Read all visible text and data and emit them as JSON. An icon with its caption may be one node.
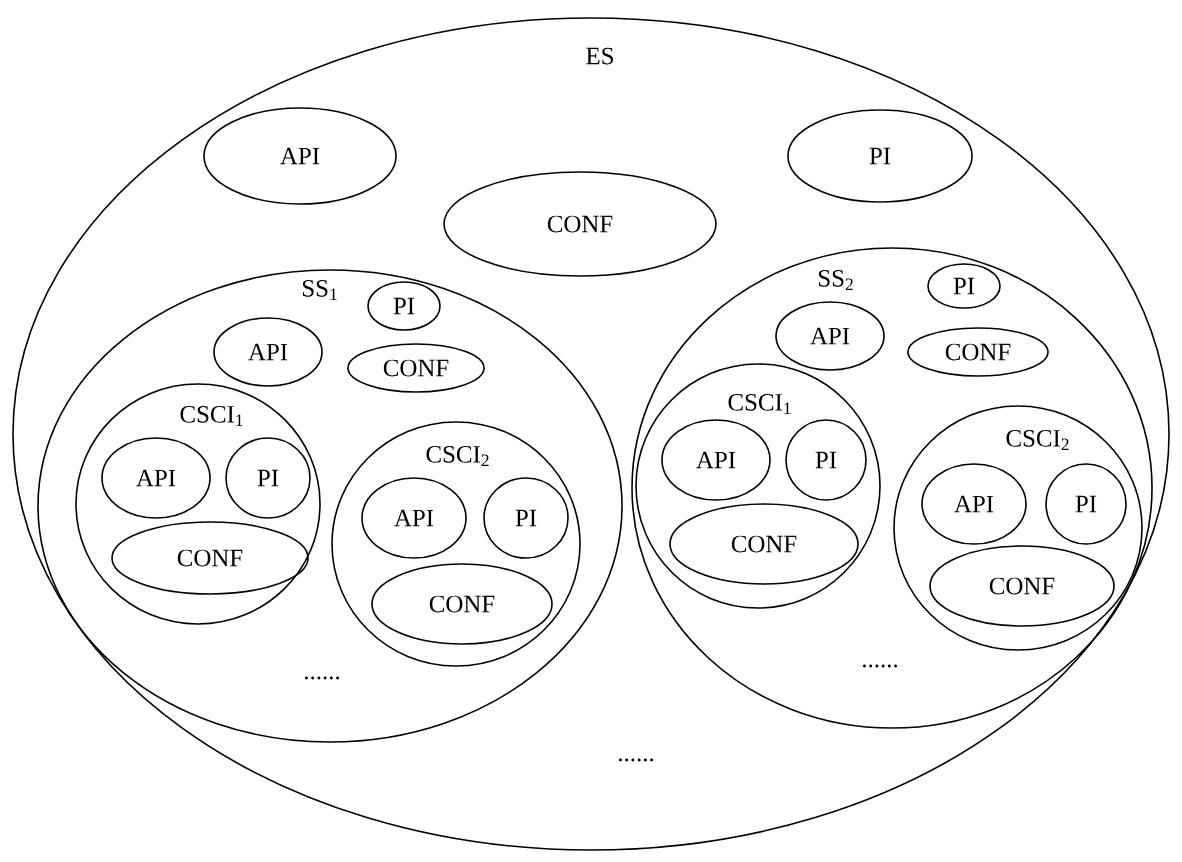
{
  "diagram": {
    "nodes": [
      {
        "text": [
          "ES"
        ]
      },
      {
        "text": [
          "API"
        ],
        "in": 0
      },
      {
        "text": [
          "PI"
        ],
        "in": 0
      },
      {
        "text": [
          "CONF"
        ],
        "in": 0
      },
      {
        "text": [
          "SS$_{1}$"
        ],
        "in": 0
      },
      {
        "text": [
          "API"
        ],
        "in": 4
      },
      {
        "text": [
          "PI"
        ],
        "in": 4
      },
      {
        "text": [
          "CONF"
        ],
        "in": 4
      },
      {
        "text": [
          "CSCI$_{1}$"
        ],
        "in": 4
      },
      {
        "text": [
          "API"
        ],
        "in": 8
      },
      {
        "text": [
          "PI"
        ],
        "in": 8
      },
      {
        "text": [
          "CONF"
        ],
        "in": 8
      },
      {
        "text": [
          "CSCI$_{2}$"
        ],
        "in": 4
      },
      {
        "text": [
          "API"
        ],
        "in": 12
      },
      {
        "text": [
          "PI"
        ],
        "in": 12
      },
      {
        "text": [
          "CONF"
        ],
        "in": 12
      },
      {
        "text": [
          "SS$_{2}$"
        ],
        "in": 0
      },
      {
        "text": [
          "API"
        ],
        "in": 16
      },
      {
        "text": [
          "PI"
        ],
        "in": 16
      },
      {
        "text": [
          "CONF"
        ],
        "in": 16
      },
      {
        "text": [
          "CSCI$_{1}$"
        ],
        "in": 16
      },
      {
        "text": [
          "API"
        ],
        "in": 20
      },
      {
        "text": [
          "PI"
        ],
        "in": 20
      },
      {
        "text": [
          "CONF"
        ],
        "in": 20
      },
      {
        "text": [
          "CSCI$_{2}$"
        ],
        "in": 16
      },
      {
        "text": [
          "API"
        ],
        "in": 24
      },
      {
        "text": [
          "PI"
        ],
        "in": 24
      },
      {
        "text": [
          "CONF"
        ],
        "in": 24
      }
    ],
    "labels": [
      "......",
      "......",
      "......"
    ]
  }
}
